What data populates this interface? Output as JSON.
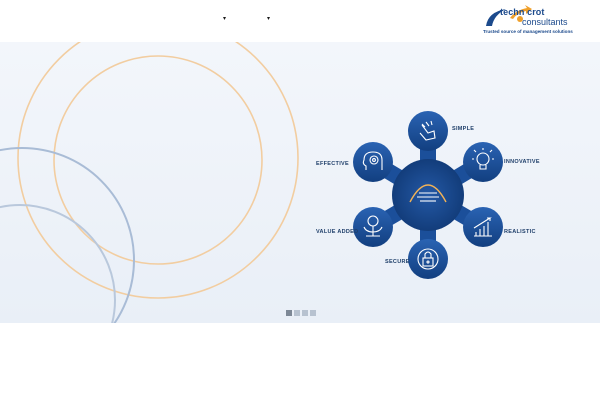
{
  "header": {
    "nav_dropdowns": [
      "▾",
      "▾"
    ],
    "logo": {
      "word1": "techn    crot",
      "word2": "consultants",
      "tagline": "Trusted source of management solutions",
      "brand_blue": "#1c4a8c",
      "brand_orange": "#f0a02a"
    }
  },
  "hero": {
    "petal_labels": {
      "simple": "SIMPLE",
      "innovative": "INNOVATIVE",
      "realistic": "REALISTIC",
      "secure": "SECURE",
      "value_added": "VALUE ADDED",
      "effective": "EFFECTIVE"
    },
    "icons": {
      "simple": "hand-pointer-icon",
      "innovative": "lightbulb-icon",
      "realistic": "growth-chart-icon",
      "secure": "padlock-icon",
      "value_added": "dollar-plant-icon",
      "effective": "head-gear-icon",
      "center": "handshake-icon"
    },
    "colors": {
      "petal_blue": "#1b4f9a",
      "accent_orange": "#f2b256",
      "arc_blue": "#a9bcd6"
    }
  },
  "slider": {
    "total_slides": 4,
    "active_index": 0
  }
}
